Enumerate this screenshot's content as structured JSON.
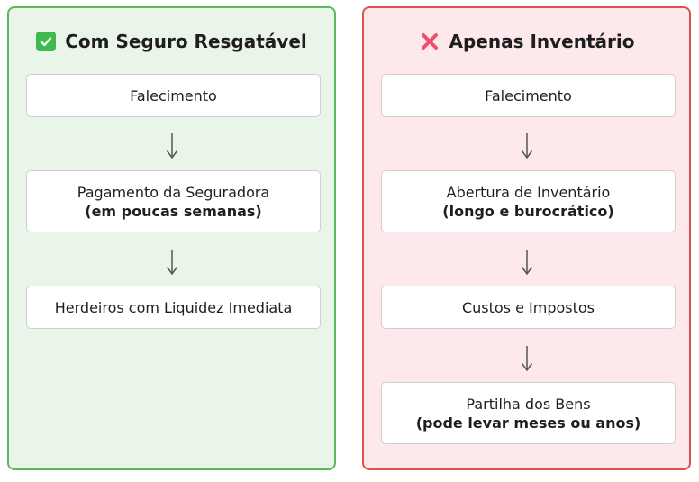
{
  "left": {
    "title": "Com Seguro Resgatável",
    "icon": "check-mark-icon",
    "steps": [
      {
        "text": "Falecimento",
        "sub": ""
      },
      {
        "text": "Pagamento da Seguradora",
        "sub": "(em poucas semanas)"
      },
      {
        "text": "Herdeiros com Liquidez Imediata",
        "sub": ""
      }
    ]
  },
  "right": {
    "title": "Apenas Inventário",
    "icon": "cross-mark-icon",
    "steps": [
      {
        "text": "Falecimento",
        "sub": ""
      },
      {
        "text": "Abertura de Inventário",
        "sub": "(longo e burocrático)"
      },
      {
        "text": "Custos e Impostos",
        "sub": ""
      },
      {
        "text": "Partilha dos Bens",
        "sub": "(pode levar meses ou anos)"
      }
    ]
  },
  "colors": {
    "left_bg": "#e9f5e9",
    "left_border": "#5cb85c",
    "right_bg": "#fde9ec",
    "right_border": "#d9534f",
    "check_icon": "#3fb950",
    "cross_icon": "#e8546b"
  }
}
